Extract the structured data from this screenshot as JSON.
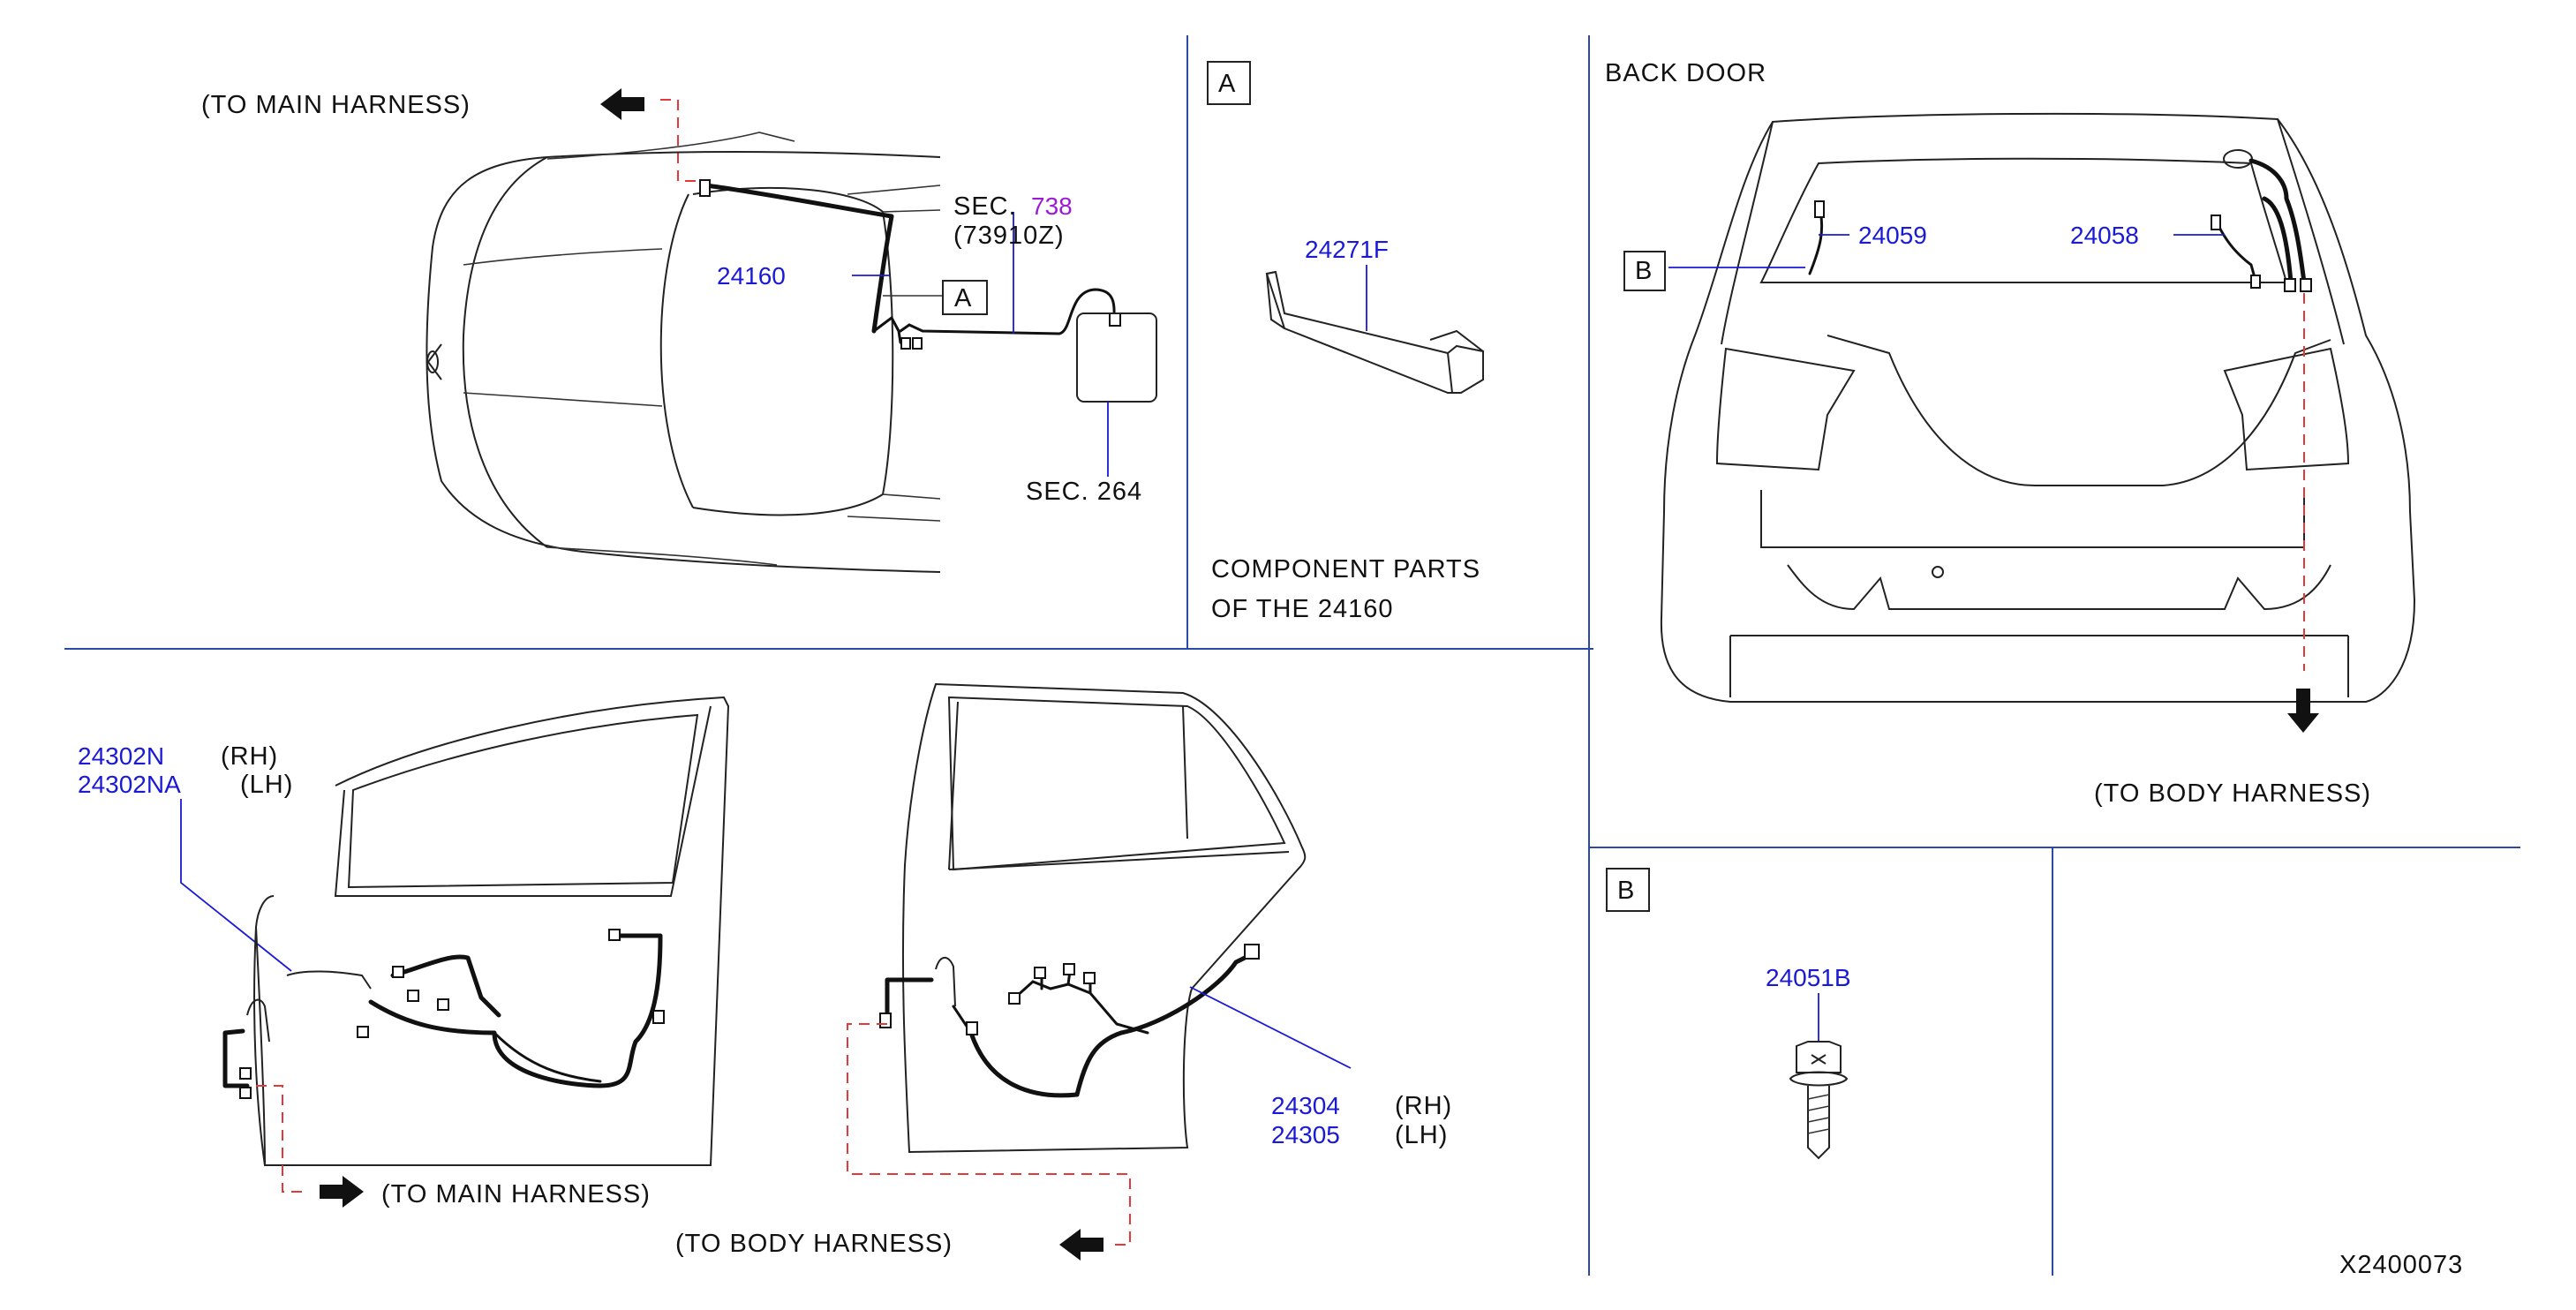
{
  "diagram_id": "X2400073",
  "top_left": {
    "to_main_harness": "(TO  MAIN  HARNESS)",
    "sec_738_prefix": "SEC.",
    "sec_738_number": "738",
    "sec_738_sub": "(73910Z)",
    "part_24160": "24160",
    "ref_a": "A",
    "sec_264": "SEC.   264"
  },
  "panel_a": {
    "label": "A",
    "part": "24271F",
    "caption_line1": "COMPONENT   PARTS",
    "caption_line2": "OF   THE   24160"
  },
  "back_door": {
    "title": "BACK   DOOR",
    "ref_b": "B",
    "part_24059": "24059",
    "part_24058": "24058",
    "to_body_harness": "(TO   BODY   HARNESS)"
  },
  "front_door": {
    "part_rh": "24302N",
    "rh_label": "(RH)",
    "part_lh": "24302NA",
    "lh_label": "(LH)",
    "to_main_harness": "(TO   MAIN   HARNESS)"
  },
  "rear_door": {
    "part_rh": "24304",
    "rh_label": "(RH)",
    "part_lh": "24305",
    "lh_label": "(LH)",
    "to_body_harness": "(TO   BODY   HARNESS)"
  },
  "panel_b": {
    "label": "B",
    "part": "24051B"
  },
  "colors": {
    "part_number": "#1a1ad6",
    "section_highlight": "#9b1ad8",
    "routing_dash": "#e23a3a",
    "divider": "#2b4aa8"
  }
}
